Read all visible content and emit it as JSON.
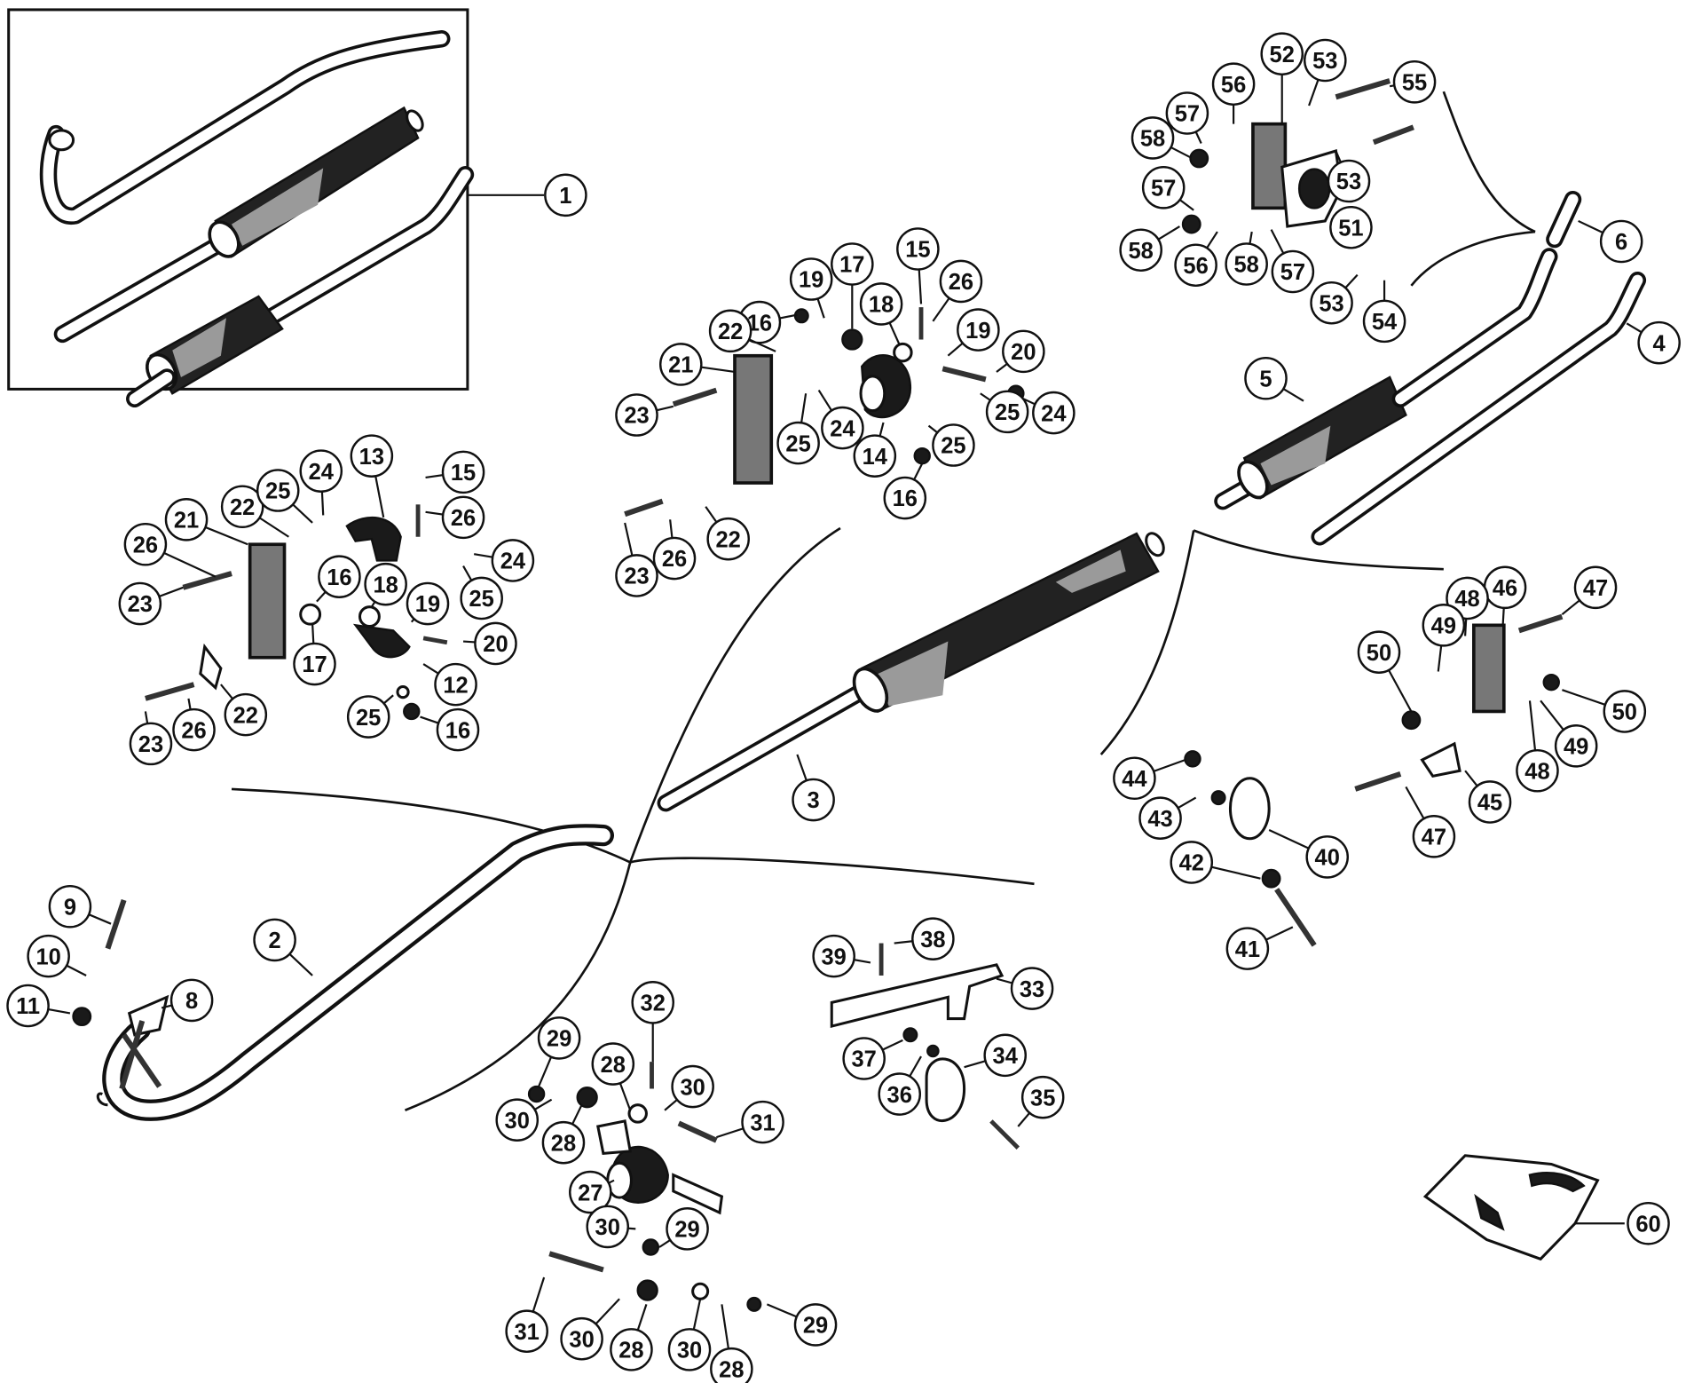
{
  "diagram": {
    "title": "Exhaust system exploded parts diagram",
    "line_color": "#111111",
    "background_color": "#ffffff",
    "inset_label": "1",
    "callouts": [
      {
        "id": "c1",
        "label": "1"
      },
      {
        "id": "c2",
        "label": "2"
      },
      {
        "id": "c3",
        "label": "3"
      },
      {
        "id": "c4",
        "label": "4"
      },
      {
        "id": "c5",
        "label": "5"
      },
      {
        "id": "c6",
        "label": "6"
      },
      {
        "id": "c8",
        "label": "8"
      },
      {
        "id": "c9",
        "label": "9"
      },
      {
        "id": "c10",
        "label": "10"
      },
      {
        "id": "c11",
        "label": "11"
      },
      {
        "id": "c12",
        "label": "12"
      },
      {
        "id": "c13",
        "label": "13"
      },
      {
        "id": "c14",
        "label": "14"
      },
      {
        "id": "c15a",
        "label": "15"
      },
      {
        "id": "c15b",
        "label": "15"
      },
      {
        "id": "c16a",
        "label": "16"
      },
      {
        "id": "c16b",
        "label": "16"
      },
      {
        "id": "c16c",
        "label": "16"
      },
      {
        "id": "c16d",
        "label": "16"
      },
      {
        "id": "c17a",
        "label": "17"
      },
      {
        "id": "c17b",
        "label": "17"
      },
      {
        "id": "c18a",
        "label": "18"
      },
      {
        "id": "c18b",
        "label": "18"
      },
      {
        "id": "c19a",
        "label": "19"
      },
      {
        "id": "c19b",
        "label": "19"
      },
      {
        "id": "c19c",
        "label": "19"
      },
      {
        "id": "c20a",
        "label": "20"
      },
      {
        "id": "c20b",
        "label": "20"
      },
      {
        "id": "c21a",
        "label": "21"
      },
      {
        "id": "c21b",
        "label": "21"
      },
      {
        "id": "c22a",
        "label": "22"
      },
      {
        "id": "c22b",
        "label": "22"
      },
      {
        "id": "c22c",
        "label": "22"
      },
      {
        "id": "c22d",
        "label": "22"
      },
      {
        "id": "c23a",
        "label": "23"
      },
      {
        "id": "c23b",
        "label": "23"
      },
      {
        "id": "c23c",
        "label": "23"
      },
      {
        "id": "c23d",
        "label": "23"
      },
      {
        "id": "c24a",
        "label": "24"
      },
      {
        "id": "c24b",
        "label": "24"
      },
      {
        "id": "c24c",
        "label": "24"
      },
      {
        "id": "c24d",
        "label": "24"
      },
      {
        "id": "c25a",
        "label": "25"
      },
      {
        "id": "c25b",
        "label": "25"
      },
      {
        "id": "c25c",
        "label": "25"
      },
      {
        "id": "c25d",
        "label": "25"
      },
      {
        "id": "c25e",
        "label": "25"
      },
      {
        "id": "c25f",
        "label": "25"
      },
      {
        "id": "c26a",
        "label": "26"
      },
      {
        "id": "c26b",
        "label": "26"
      },
      {
        "id": "c26c",
        "label": "26"
      },
      {
        "id": "c26d",
        "label": "26"
      },
      {
        "id": "c26e",
        "label": "26"
      },
      {
        "id": "c27",
        "label": "27"
      },
      {
        "id": "c28a",
        "label": "28"
      },
      {
        "id": "c28b",
        "label": "28"
      },
      {
        "id": "c28c",
        "label": "28"
      },
      {
        "id": "c28d",
        "label": "28"
      },
      {
        "id": "c29a",
        "label": "29"
      },
      {
        "id": "c29b",
        "label": "29"
      },
      {
        "id": "c29c",
        "label": "29"
      },
      {
        "id": "c30a",
        "label": "30"
      },
      {
        "id": "c30b",
        "label": "30"
      },
      {
        "id": "c30c",
        "label": "30"
      },
      {
        "id": "c30d",
        "label": "30"
      },
      {
        "id": "c30e",
        "label": "30"
      },
      {
        "id": "c31a",
        "label": "31"
      },
      {
        "id": "c31b",
        "label": "31"
      },
      {
        "id": "c32",
        "label": "32"
      },
      {
        "id": "c33",
        "label": "33"
      },
      {
        "id": "c34",
        "label": "34"
      },
      {
        "id": "c35",
        "label": "35"
      },
      {
        "id": "c36",
        "label": "36"
      },
      {
        "id": "c37",
        "label": "37"
      },
      {
        "id": "c38",
        "label": "38"
      },
      {
        "id": "c39",
        "label": "39"
      },
      {
        "id": "c40",
        "label": "40"
      },
      {
        "id": "c41",
        "label": "41"
      },
      {
        "id": "c42",
        "label": "42"
      },
      {
        "id": "c43",
        "label": "43"
      },
      {
        "id": "c44",
        "label": "44"
      },
      {
        "id": "c45",
        "label": "45"
      },
      {
        "id": "c46",
        "label": "46"
      },
      {
        "id": "c47a",
        "label": "47"
      },
      {
        "id": "c47b",
        "label": "47"
      },
      {
        "id": "c48a",
        "label": "48"
      },
      {
        "id": "c48b",
        "label": "48"
      },
      {
        "id": "c49a",
        "label": "49"
      },
      {
        "id": "c49b",
        "label": "49"
      },
      {
        "id": "c50a",
        "label": "50"
      },
      {
        "id": "c50b",
        "label": "50"
      },
      {
        "id": "c51",
        "label": "51"
      },
      {
        "id": "c52",
        "label": "52"
      },
      {
        "id": "c53a",
        "label": "53"
      },
      {
        "id": "c53b",
        "label": "53"
      },
      {
        "id": "c53c",
        "label": "53"
      },
      {
        "id": "c54",
        "label": "54"
      },
      {
        "id": "c55",
        "label": "55"
      },
      {
        "id": "c56a",
        "label": "56"
      },
      {
        "id": "c56b",
        "label": "56"
      },
      {
        "id": "c57a",
        "label": "57"
      },
      {
        "id": "c57b",
        "label": "57"
      },
      {
        "id": "c57c",
        "label": "57"
      },
      {
        "id": "c58a",
        "label": "58"
      },
      {
        "id": "c58b",
        "label": "58"
      },
      {
        "id": "c58c",
        "label": "58"
      },
      {
        "id": "c60",
        "label": "60"
      }
    ]
  }
}
